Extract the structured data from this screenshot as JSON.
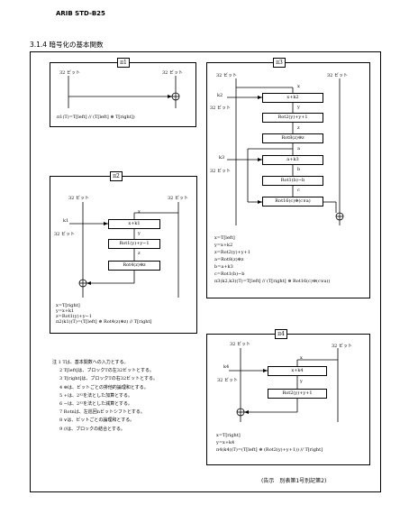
{
  "header": {
    "doc_id": "ARIB STD-B25"
  },
  "section": {
    "title": "3.1.4 暗号化の基本関数"
  },
  "pi1": {
    "tag": "π1",
    "in_bits": "32 ビット",
    "out_bits": "32 ビット",
    "formula": "π1(T)=T[left] // (T[left] ⊕ T[right])"
  },
  "pi2": {
    "tag": "π2",
    "left_bits": "32 ビット",
    "right_bits": "32 ビット",
    "key": "k1",
    "key_bits": "32 ビット",
    "box_x": "x",
    "box_add": "x+k1",
    "box_y": "y",
    "box_rot1": "Rot1(y)+y−1",
    "box_z": "z",
    "box_rot4": "Rot4(z)⊕z",
    "eq": [
      "x=T[right]",
      "y=x+k1",
      "z=Rot1(y)+y−1",
      "π2(k1)(T)=(T[left] ⊕ Rot4(z)⊕z) // T[right]"
    ]
  },
  "pi3": {
    "tag": "π3",
    "left_bits": "32 ビット",
    "right_bits": "32 ビット",
    "key2": "k2",
    "key2_bits": "32 ビット",
    "key3": "k3",
    "key3_bits": "32 ビット",
    "box_x": "x",
    "box_add": "x+k2",
    "box_y": "y",
    "box_rot2": "Rot2(y)+y+1",
    "box_z": "z",
    "box_rot8": "Rot8(z)⊕z",
    "box_a": "a",
    "box_add3": "a+k3",
    "box_b": "b",
    "box_rot1": "Rot1(b)−b",
    "box_c": "c",
    "box_rot16": "Rot16(c)⊕(c∨a)",
    "eq": [
      "x=T[left]",
      "y=x+k2",
      "z=Rot2(y)+y+1",
      "a=Rot8(z)⊕z",
      "b=a+k3",
      "c=Rot1(b)−b",
      "π3(k2,k3)(T)=T[left] // (T[right] ⊕ Rot16(c)⊕(c∨a))"
    ]
  },
  "pi4": {
    "tag": "π4",
    "left_bits": "32 ビット",
    "right_bits": "32 ビット",
    "key": "k4",
    "key_bits": "32 ビット",
    "box_x": "x",
    "box_add": "x+k4",
    "box_y": "y",
    "box_rot": "Rot2(y)+y+1",
    "eq": [
      "x=T[right]",
      "y=x+k4",
      "π4(k4)(T)=(T[left] ⊕ (Rot2(y)+y+1)) // T[right]"
    ]
  },
  "notes": [
    "注 1 Tは、基本関数への入力とする。",
    "2 T[left]は、ブロックTの左32ビットとする。",
    "3 T[right]は、ブロックTの右32ビットとする。",
    "4 ⊕は、ビットごとの排他的論理和とする。",
    "5 +は、2³²を法とした加算とする。",
    "6 −は、2³²を法とした減算とする。",
    "7 Rotnは、左巡回nビットシフトとする。",
    "8 ∨は、ビットごとの論理和とする。",
    "9 //は、ブロックの結合とする。"
  ],
  "footer": {
    "caption": "(告示　別表第1号別記第2)"
  }
}
